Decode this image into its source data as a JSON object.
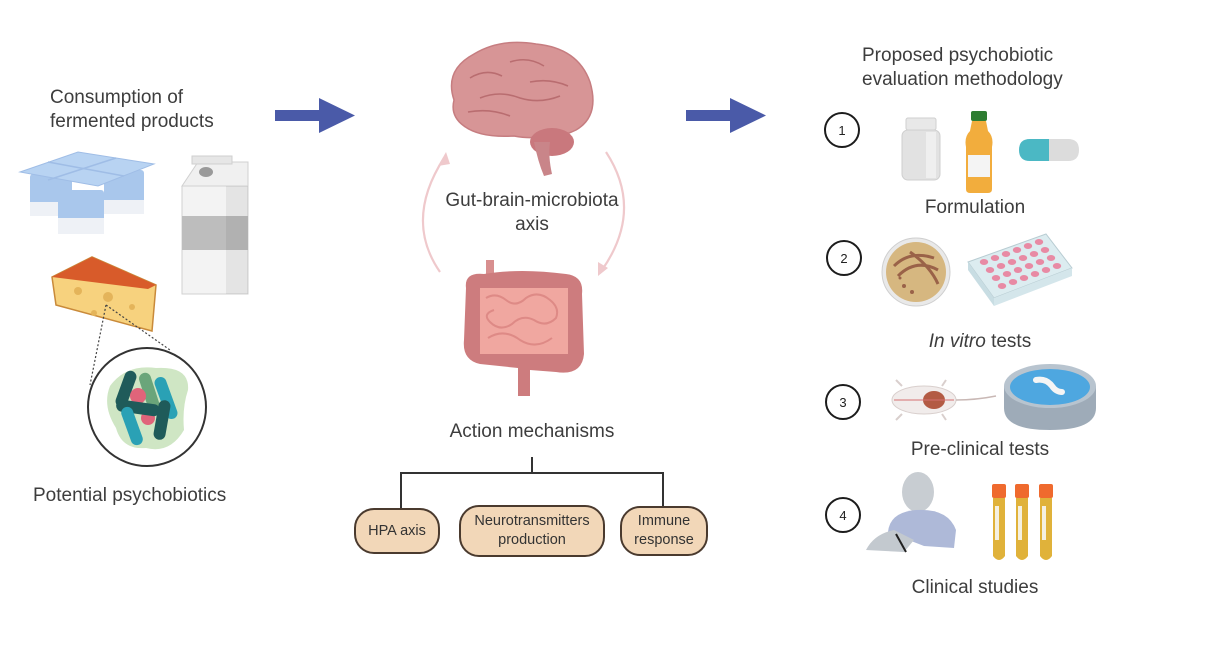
{
  "left_panel": {
    "title_line1": "Consumption of",
    "title_line2": "fermented products",
    "items": [
      "yogurt-cups",
      "milk-carton",
      "cheese-wedge"
    ],
    "zoom_label": "Potential psychobiotics"
  },
  "center_panel": {
    "axis_line1": "Gut-brain-microbiota",
    "axis_line2": "axis",
    "mechanisms_title": "Action mechanisms",
    "mechanisms": [
      {
        "line1": "HPA axis",
        "line2": ""
      },
      {
        "line1": "Neurotransmitters",
        "line2": "production"
      },
      {
        "line1": "Immune",
        "line2": "response"
      }
    ]
  },
  "right_panel": {
    "title_line1": "Proposed psychobiotic",
    "title_line2": "evaluation methodology",
    "steps": [
      {
        "number": "1",
        "label": "Formulation",
        "label_italic": "",
        "icons": [
          "supplement-bottle",
          "juice-bottle",
          "capsule"
        ]
      },
      {
        "number": "2",
        "label": " tests",
        "label_italic": "In vitro",
        "icons": [
          "petri-dish",
          "well-plate"
        ]
      },
      {
        "number": "3",
        "label": "Pre-clinical tests",
        "label_italic": "",
        "icons": [
          "dissected-mouse",
          "water-maze"
        ]
      },
      {
        "number": "4",
        "label": "Clinical studies",
        "label_italic": "",
        "icons": [
          "patient-writing",
          "blood-tubes"
        ]
      }
    ]
  },
  "colors": {
    "arrow": "#4a5aa8",
    "organ": "#d79596",
    "pill_fill": "#f2d7b8",
    "cycle_arrow": "#efc9cc"
  }
}
